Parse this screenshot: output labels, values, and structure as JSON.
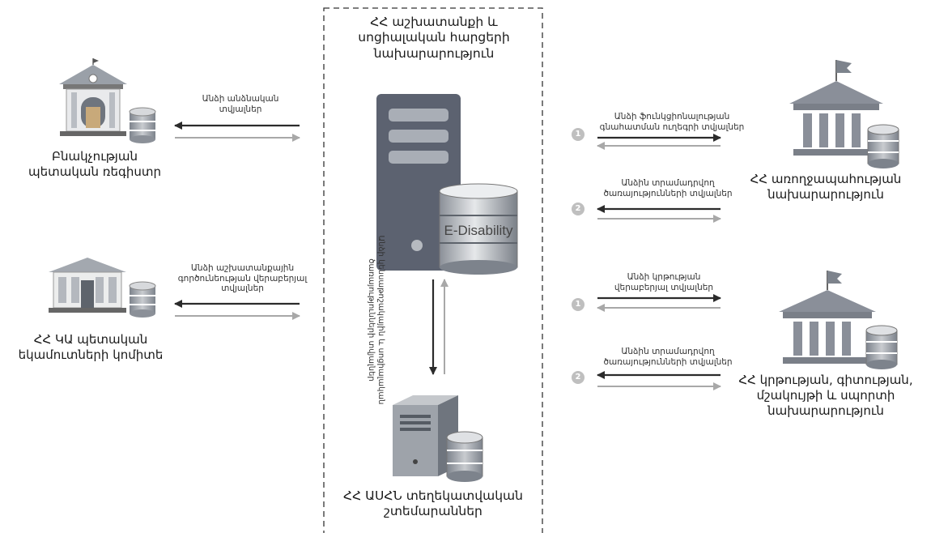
{
  "center": {
    "ministry_labor": "ՀՀ աշխատանքի և սոցիալական հարցերի նախարարություն",
    "system_name": "E-Disability",
    "regional_centers": "ՀՀ ԱՍՀՆ տեղեկատվական շտեմարաններ",
    "vertical_flow": "Անձի կենսաթոշակային և սոցիալական ծառայությունների տվյալներ"
  },
  "left": {
    "population_registry": "Բնակչության պետական ռեգիստր",
    "population_flow": "Անձի անձնական տվյալներ",
    "revenue_committee": "ՀՀ ԿԱ պետական եկամուտների կոմիտե",
    "revenue_flow": "Անձի աշխատանքային գործունեության վերաբերյալ տվյալներ"
  },
  "right": {
    "health_ministry": "ՀՀ առողջապահության նախարարություն",
    "health_flow_1": "Անձի ֆունկցիոնալության գնահատման ուղեգրի տվյալներ",
    "health_flow_2": "Անձին տրամադրվող ծառայությունների տվյալներ",
    "education_ministry": "ՀՀ կրթության, գիտության, մշակույթի և սպորտի նախարարություն",
    "edu_flow_1": "Անձի կրթության վերաբերյալ տվյալներ",
    "edu_flow_2": "Անձին տրամադրվող ծառայությունների տվյալներ",
    "badge_1": "1",
    "badge_2": "2"
  },
  "colors": {
    "dark_arrow": "#2b2b2b",
    "light_arrow": "#a8a8a8",
    "building": "#8a8f99",
    "server": "#5c6270"
  }
}
